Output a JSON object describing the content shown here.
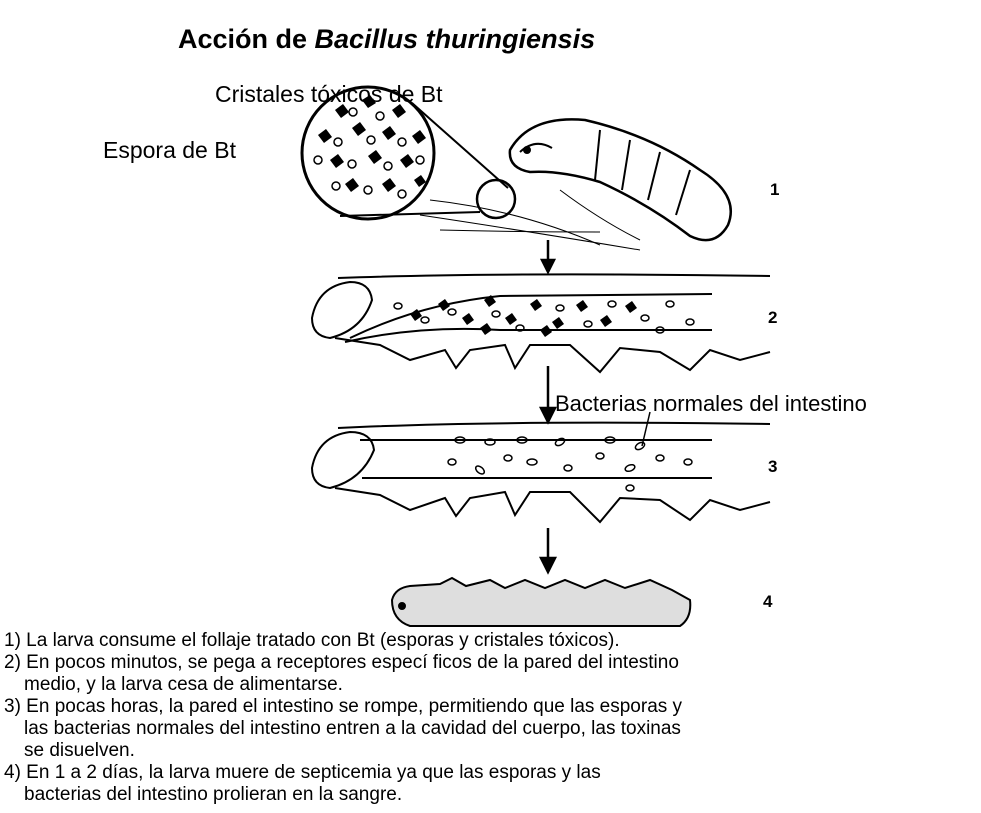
{
  "title": {
    "prefix": "Acción de ",
    "species": "Bacillus thuringiensis"
  },
  "labels": {
    "crystals": "Cristales tóxicos de Bt",
    "spore": "Espora de Bt",
    "gut_bacteria": "Bacterias normales del intestino"
  },
  "steps": [
    "1",
    "2",
    "3",
    "4"
  ],
  "captions": [
    {
      "line1": "1)  La larva consume  el follaje tratado con Bt (esporas y cristales tóxicos).",
      "line2": ""
    },
    {
      "line1": "2) En pocos minutos, se pega a receptores especí ficos de la pared del intestino",
      "line2": "medio, y la larva  cesa  de alimentarse."
    },
    {
      "line1": "3) En pocas horas, la pared el intestino se rompe, permitiendo que las esporas y",
      "line2": "las bacterias normales del intestino entren a la cavidad del cuerpo, las toxinas",
      "line3": "se disuelven."
    },
    {
      "line1": "4) En 1 a 2 días, la larva muere de septicemia ya que las esporas y las",
      "line2": "bacterias del intestino prolieran en la sangre."
    }
  ]
}
